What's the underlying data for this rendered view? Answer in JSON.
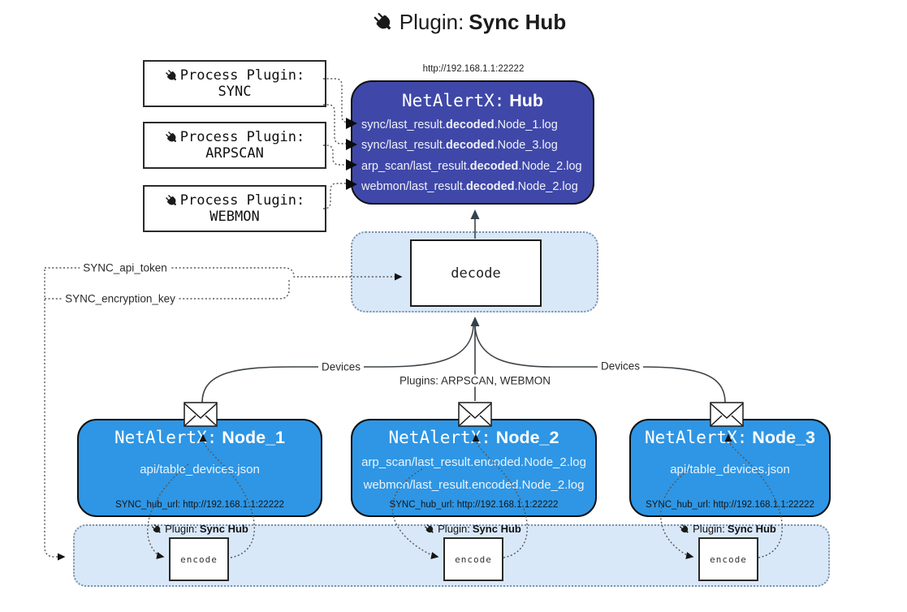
{
  "title": {
    "label": "Plugin:",
    "name": "Sync Hub"
  },
  "process_plugins": [
    {
      "label": "Process Plugin:",
      "name": "SYNC"
    },
    {
      "label": "Process Plugin:",
      "name": "ARPSCAN"
    },
    {
      "label": "Process Plugin:",
      "name": "WEBMON"
    }
  ],
  "hub": {
    "url": "http://192.168.1.1:22222",
    "brand": "NetAlertX:",
    "name": "Hub",
    "rows": [
      {
        "pre": "sync/last_result.",
        "bold": "decoded",
        "post": ".Node_1.log"
      },
      {
        "pre": "sync/last_result.",
        "bold": "decoded",
        "post": ".Node_3.log"
      },
      {
        "pre": "arp_scan/last_result.",
        "bold": "decoded",
        "post": ".Node_2.log"
      },
      {
        "pre": "webmon/last_result.",
        "bold": "decoded",
        "post": ".Node_2.log"
      }
    ]
  },
  "decode": {
    "label": "decode"
  },
  "config": {
    "api_token": "SYNC_api_token",
    "encryption_key": "SYNC_encryption_key"
  },
  "edges": {
    "devices_left": "Devices",
    "devices_right": "Devices",
    "plugins": "Plugins: ARPSCAN, WEBMON"
  },
  "nodes": [
    {
      "brand": "NetAlertX:",
      "name": "Node_1",
      "line1": "api/table_devices.json",
      "hub_url": "SYNC_hub_url: http://192.168.1.1:22222"
    },
    {
      "brand": "NetAlertX:",
      "name": "Node_2",
      "line1": "arp_scan/last_result.encoded.Node_2.log",
      "line2": "webmon/last_result.encoded.Node_2.log",
      "hub_url": "SYNC_hub_url: http://192.168.1.1:22222"
    },
    {
      "brand": "NetAlertX:",
      "name": "Node_3",
      "line1": "api/table_devices.json",
      "hub_url": "SYNC_hub_url: http://192.168.1.1:22222"
    }
  ],
  "encoders": [
    {
      "label": "Plugin:",
      "name": "Sync Hub",
      "box": "encode"
    },
    {
      "label": "Plugin:",
      "name": "Sync Hub",
      "box": "encode"
    },
    {
      "label": "Plugin:",
      "name": "Sync Hub",
      "box": "encode"
    }
  ],
  "colors": {
    "hub_bg": "#3F48A8",
    "node_bg": "#2E96E5",
    "strip_bg": "#D9E8F8",
    "strip_border": "#7B92AB",
    "line": "#3D4347",
    "arrow_dark": "#33414E"
  }
}
